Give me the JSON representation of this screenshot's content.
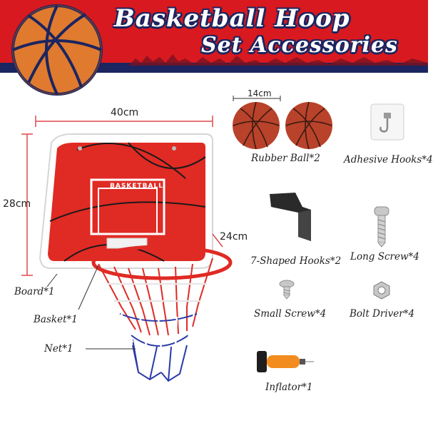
{
  "header": {
    "title_line1": "Basketball Hoop",
    "title_line2": "Set Accessories"
  },
  "dimensions": {
    "width": "40cm",
    "height": "28cm",
    "rim": "24cm",
    "ball": "14cm"
  },
  "board_text": "BASKETBALL",
  "parts": {
    "board": "Board*1",
    "basket": "Basket*1",
    "net": "Net*1",
    "rubber_ball": "Rubber Ball*2",
    "adhesive_hooks": "Adhesive Hooks*4",
    "seven_shaped_hooks": "7-Shaped Hooks*2",
    "long_screw": "Long Screw*4",
    "small_screw": "Small Screw*4",
    "bolt_driver": "Bolt Driver*4",
    "inflator": "Inflator*1"
  },
  "colors": {
    "banner_red": "#d8191f",
    "banner_navy": "#1b2560",
    "ball_brown": "#b8422a",
    "board_red": "#e02a24",
    "dimension_red": "#e0474c"
  }
}
